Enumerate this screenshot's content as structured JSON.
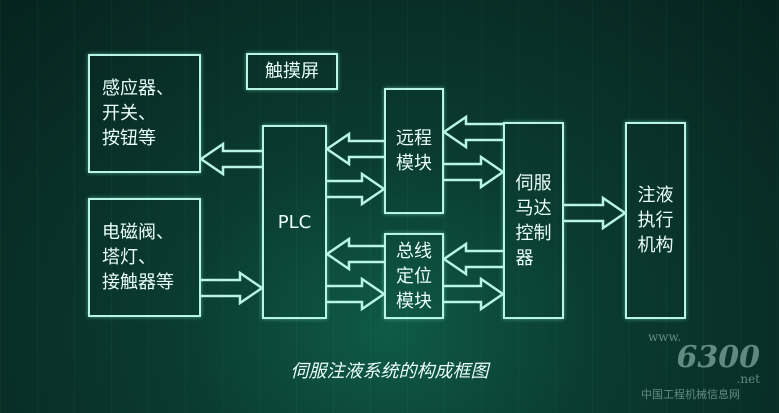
{
  "blocks": {
    "sensors": [
      "感应器、",
      "开关、",
      "按钮等"
    ],
    "valves": [
      "电磁阀、",
      "塔灯、",
      "接触器等"
    ],
    "touchscreen": "触摸屏",
    "plc": "PLC",
    "remote": [
      "远程",
      "模块"
    ],
    "bus": [
      "总线",
      "定位",
      "模块"
    ],
    "servo": [
      "伺服",
      "马达",
      "控制",
      "器"
    ],
    "injection": [
      "注液",
      "执行",
      "机构"
    ]
  },
  "caption": "伺服注液系统的构成框图",
  "watermark": {
    "www": "www.",
    "number": "6300",
    "net": ".net",
    "cn": "中国工程机械信息网"
  }
}
